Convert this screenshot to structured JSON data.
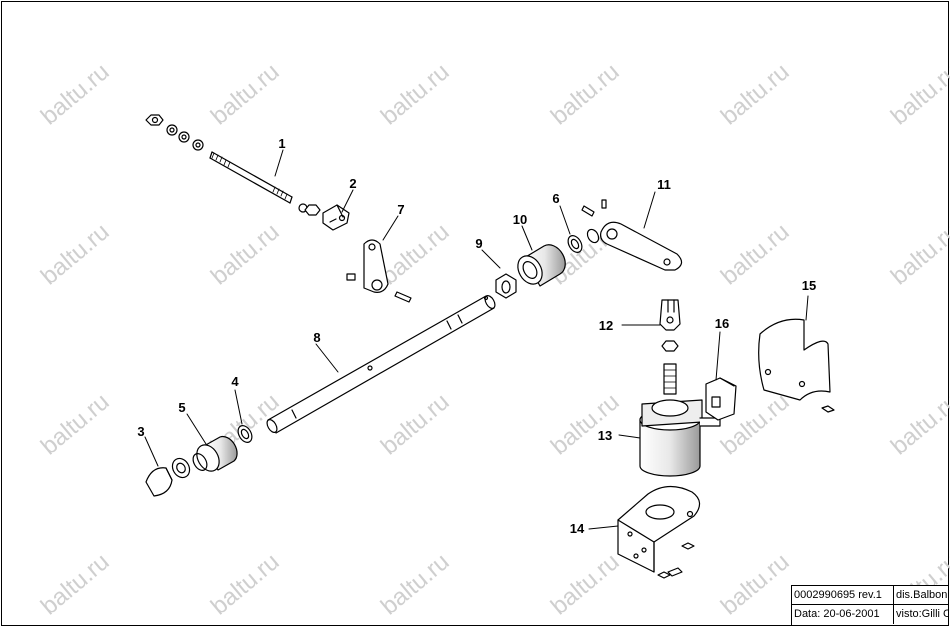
{
  "watermark": "baltu.ru",
  "callouts": [
    "1",
    "2",
    "3",
    "4",
    "5",
    "6",
    "7",
    "8",
    "9",
    "10",
    "11",
    "12",
    "13",
    "14",
    "15",
    "16"
  ],
  "title_block": {
    "drawing_number": "0002990695 rev.1",
    "drawn_by": "dis.Balboni",
    "date": "Data: 20-06-2001",
    "checked_by": "visto:Gilli C."
  }
}
